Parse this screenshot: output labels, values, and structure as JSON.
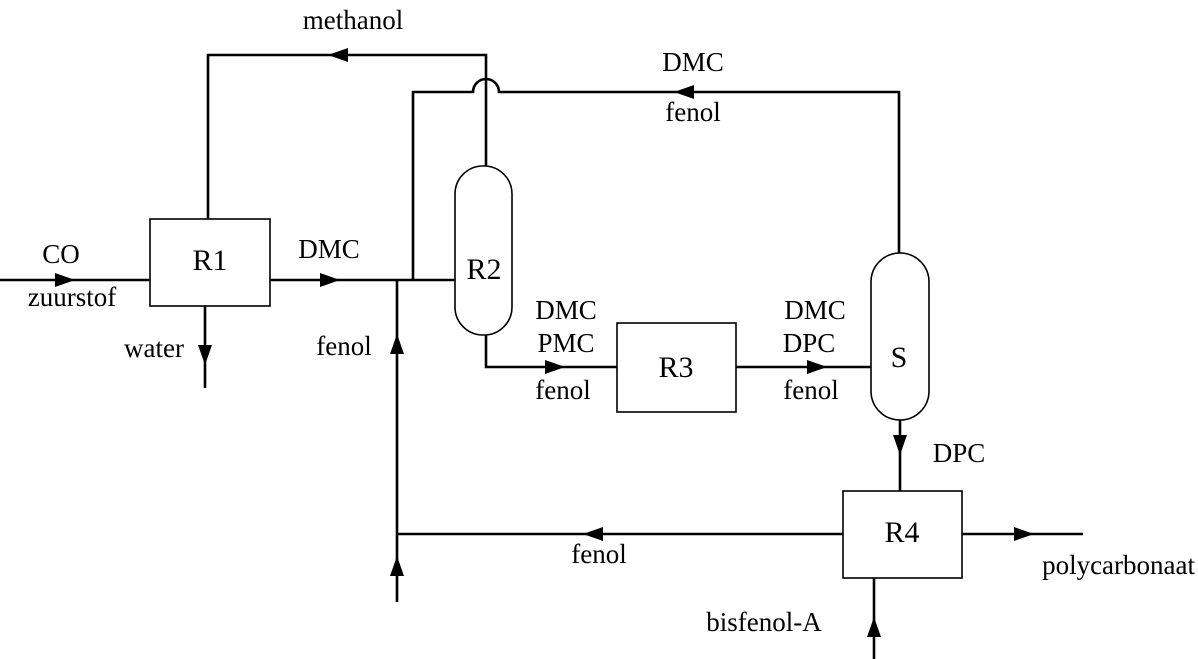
{
  "units": {
    "r1": "R1",
    "r2": "R2",
    "r3": "R3",
    "r4": "R4",
    "s": "S"
  },
  "streams": {
    "co": "CO",
    "zuurstof": "zuurstof",
    "water": "water",
    "r1_out": "DMC",
    "methanol": "methanol",
    "recycle_dmc": "DMC",
    "recycle_fenol": "fenol",
    "fenol_feed": "fenol",
    "r2_out_1": "DMC",
    "r2_out_2": "PMC",
    "r2_out_3": "fenol",
    "r3_out_1": "DMC",
    "r3_out_2": "DPC",
    "r3_out_3": "fenol",
    "s_bottom": "DPC",
    "r4_fenol": "fenol",
    "polycarbonaat": "polycarbonaat",
    "bisfenol": "bisfenol-A"
  }
}
